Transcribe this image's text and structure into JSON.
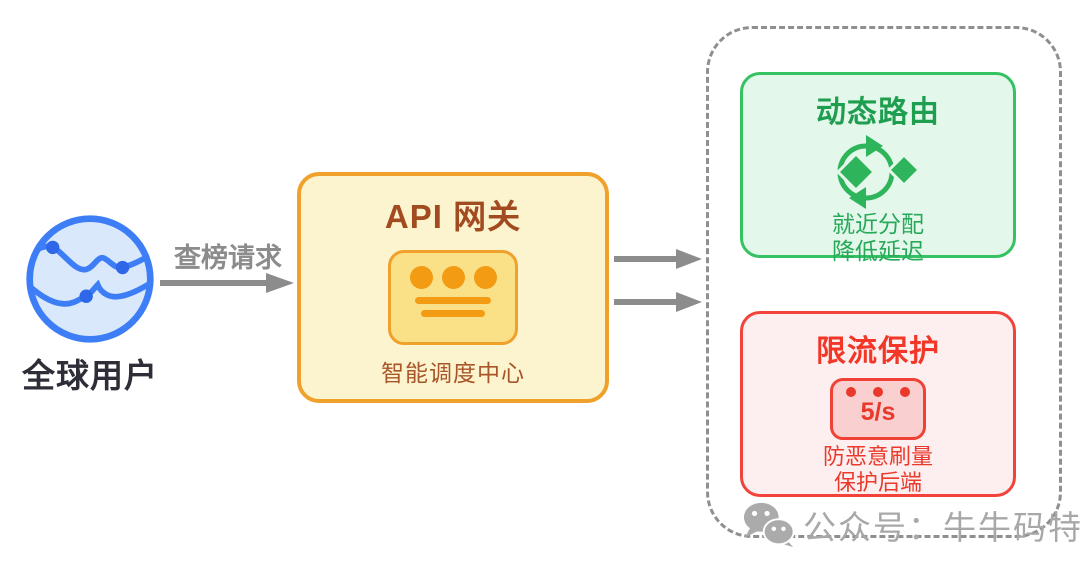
{
  "diagram": {
    "users": {
      "label": "全球用户",
      "icon": "globe-network-icon"
    },
    "request": {
      "label": "查榜请求"
    },
    "gateway": {
      "title": "API 网关",
      "subtitle": "智能调度中心",
      "icon": "scheduler-panel-icon"
    },
    "cluster": {
      "routing": {
        "title": "动态路由",
        "desc1": "就近分配",
        "desc2": "降低延迟",
        "icon": "sync-route-icon"
      },
      "ratelimit": {
        "title": "限流保护",
        "badge": "5/s",
        "desc1": "防恶意刷量",
        "desc2": "保护后端",
        "icon": "rate-limit-icon"
      }
    }
  },
  "watermark": {
    "text": "公众号：牛牛码特",
    "icon": "wechat-icon"
  },
  "colors": {
    "blue_border": "#3D7EF7",
    "blue_fill": "#DAE8FC",
    "blue_dot": "#2E68E8",
    "orange_border": "#F0A12B",
    "orange_fill": "#FCF4CE",
    "orange_icon_fill": "#FAE187",
    "orange_glyph": "#F29B13",
    "brown_text": "#A34B20",
    "green_border": "#35C263",
    "green_fill": "#E3F7EA",
    "green_text": "#1E9E4F",
    "green_icon": "#2EB45A",
    "red_border": "#F2423A",
    "red_fill": "#FDEFEF",
    "red_text": "#F23728",
    "red_badge_fill": "#F9CFCF",
    "arrow_gray": "#8C8C8C",
    "dash_gray": "#8F8F8F",
    "watermark_gray": "#A8A8A8",
    "dark_label": "#2E2E38"
  }
}
